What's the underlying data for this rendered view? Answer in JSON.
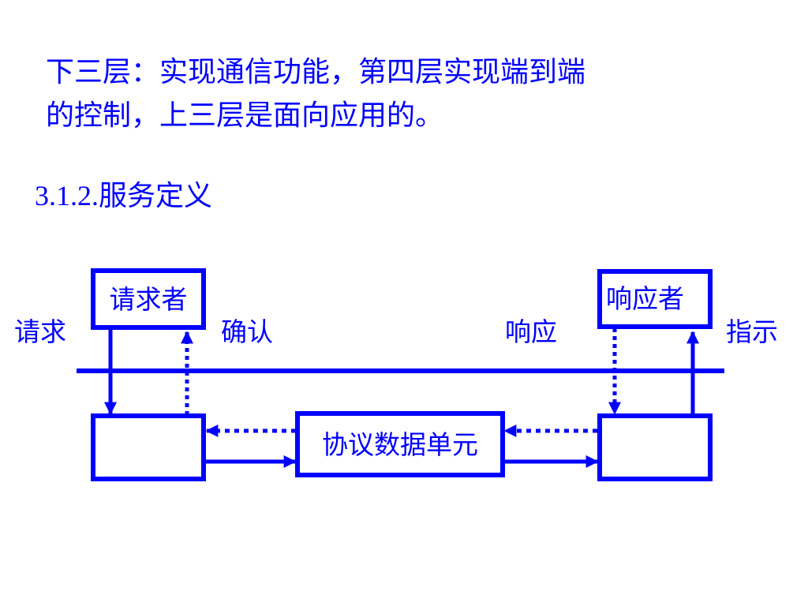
{
  "text": {
    "line1": "下三层：实现通信功能，第四层实现端到端",
    "line2": "的控制，上三层是面向应用的。",
    "section_heading": "3.1.2.服务定义"
  },
  "diagram": {
    "requester_box_label": "请求者",
    "responder_box_label": "响应者",
    "pdu_box_label": "协议数据单元",
    "edge_labels": {
      "request": "请求",
      "confirm": "确认",
      "response": "响应",
      "indication": "指示"
    },
    "color": "#0000ff"
  }
}
